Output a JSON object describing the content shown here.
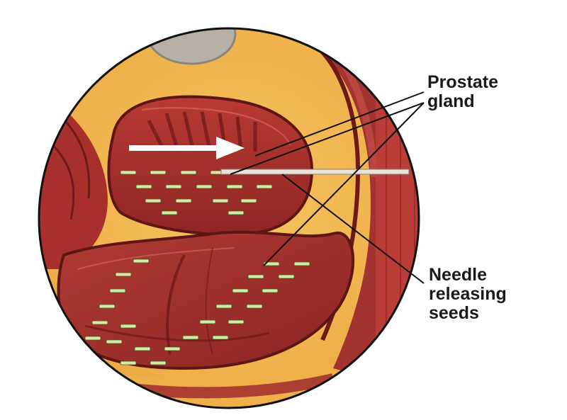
{
  "labels": {
    "prostate": [
      "Prostate",
      "gland"
    ],
    "needle": [
      "Needle",
      "releasing",
      "seeds"
    ]
  },
  "colors": {
    "fat": "#f2b84a",
    "tissue": "#a8302c",
    "tissue_light": "#c9544a",
    "tissue_dark": "#6d1a19",
    "bone": "#b8b2aa",
    "seed": "#d6e9a0",
    "needle": "#e8e3dc",
    "arrow": "#ffffff",
    "outline": "#111111"
  }
}
